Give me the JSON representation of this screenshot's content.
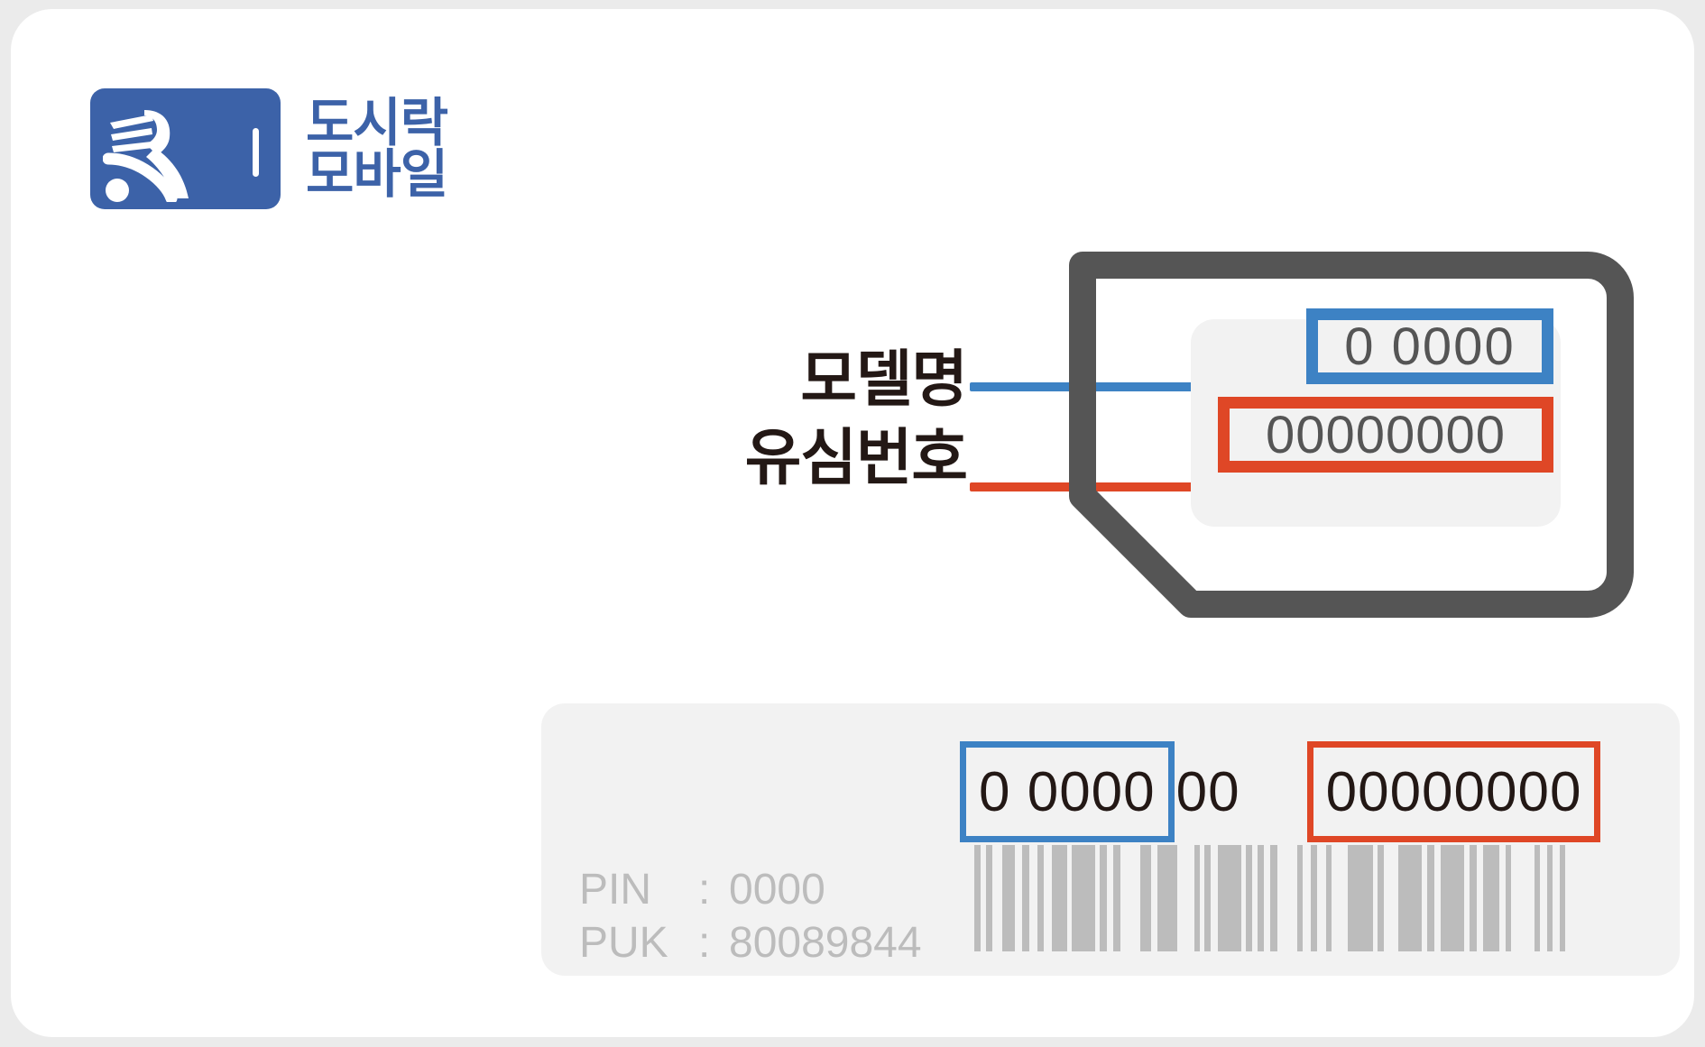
{
  "card": {
    "background_color": "#ebebeb",
    "surface_color": "#ffffff"
  },
  "brand": {
    "logo_icon": "fork-wifi-sim-icon",
    "name": "도시락\n모바일",
    "color": "#3c62a8"
  },
  "colors": {
    "blue_accent": "#3d82c4",
    "red_accent": "#df4726",
    "sim_outline": "#555555",
    "panel_gray": "#f2f2f2",
    "muted_text": "#bcbcbc",
    "label_text": "#231815"
  },
  "diagram": {
    "sim_icon": "sim-card-outline-icon",
    "labels": [
      {
        "text": "모델명",
        "accent": "#3d82c4"
      },
      {
        "text": "유심번호",
        "accent": "#df4726"
      }
    ],
    "model_value": "0 0000",
    "usim_value": "00000000"
  },
  "bottom_panel": {
    "serial": {
      "blue_part": "0 0000",
      "middle_part": "00",
      "red_part": "00000000"
    },
    "barcode_icon": "barcode-icon",
    "credentials": [
      {
        "key": "PIN",
        "separator": ":",
        "value": "0000"
      },
      {
        "key": "PUK",
        "separator": ":",
        "value": "80089844"
      }
    ]
  }
}
